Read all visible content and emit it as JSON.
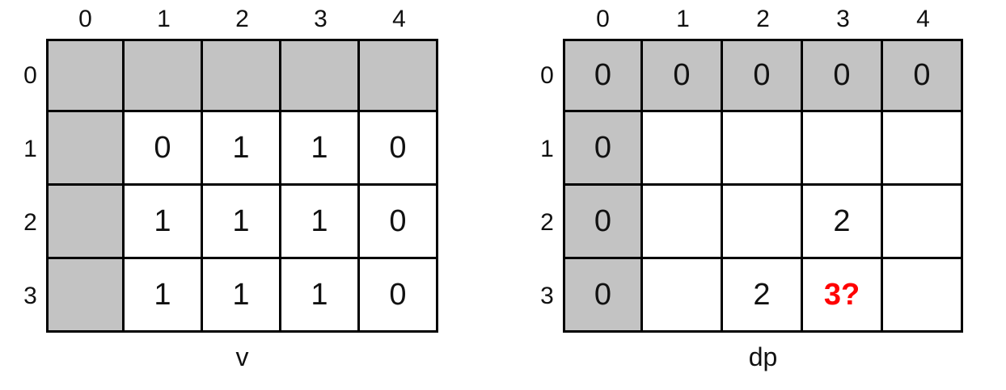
{
  "colors": {
    "shaded": "#c3c3c3",
    "highlight": "#ff0000",
    "border": "#000000"
  },
  "tables": [
    {
      "id": "v",
      "caption": "v",
      "col_headers": [
        "0",
        "1",
        "2",
        "3",
        "4"
      ],
      "rows": [
        {
          "label": "0",
          "cells": [
            "",
            "",
            "",
            "",
            ""
          ]
        },
        {
          "label": "1",
          "cells": [
            "",
            "0",
            "1",
            "1",
            "0"
          ]
        },
        {
          "label": "2",
          "cells": [
            "",
            "1",
            "1",
            "1",
            "0"
          ]
        },
        {
          "label": "3",
          "cells": [
            "",
            "1",
            "1",
            "1",
            "0"
          ]
        }
      ]
    },
    {
      "id": "dp",
      "caption": "dp",
      "col_headers": [
        "0",
        "1",
        "2",
        "3",
        "4"
      ],
      "rows": [
        {
          "label": "0",
          "cells": [
            "0",
            "0",
            "0",
            "0",
            "0"
          ]
        },
        {
          "label": "1",
          "cells": [
            "0",
            "",
            "",
            "",
            ""
          ]
        },
        {
          "label": "2",
          "cells": [
            "0",
            "",
            "",
            "2",
            ""
          ]
        },
        {
          "label": "3",
          "cells": [
            "0",
            "",
            "2",
            "3?",
            ""
          ]
        }
      ]
    }
  ]
}
